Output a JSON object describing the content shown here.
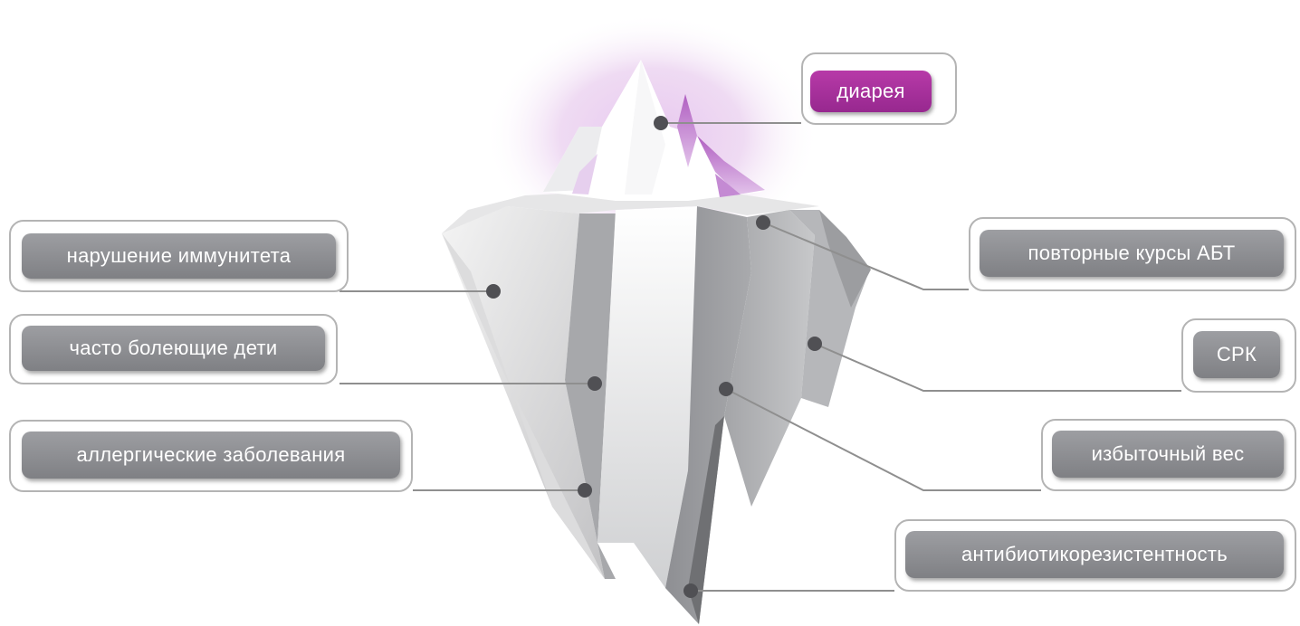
{
  "colors": {
    "accent": "#a8349d",
    "label_bg": "#8a8b8f",
    "connector": "#8f8f8f",
    "dot": "#505054"
  },
  "tip_label": "диарея",
  "left_labels": [
    "нарушение иммунитета",
    "часто болеющие дети",
    "аллергические заболевания"
  ],
  "right_labels": [
    "повторные курсы АБТ",
    "СРК",
    "избыточный вес",
    "антибиотикорезистентность"
  ]
}
